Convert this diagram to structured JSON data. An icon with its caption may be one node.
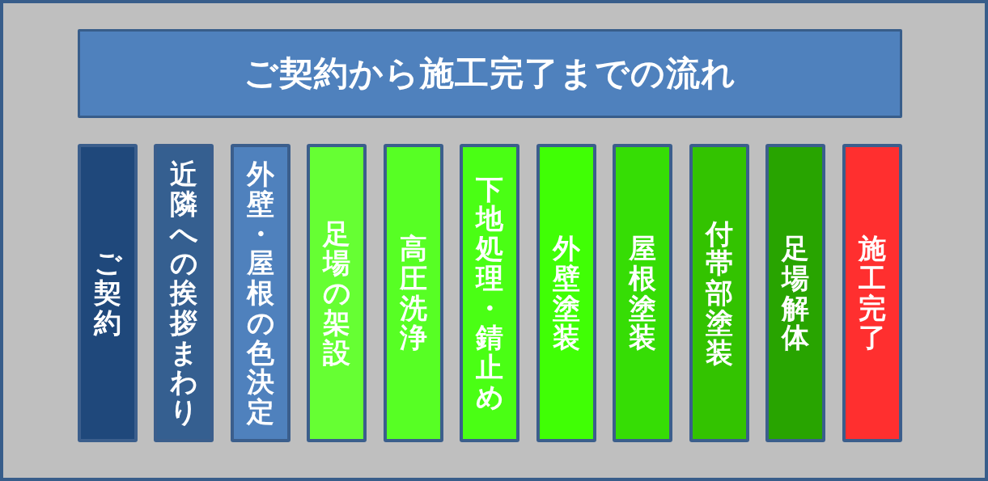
{
  "diagram": {
    "title": "ご契約から施工完了までの流れ",
    "nodes": [
      {
        "text": [
          "ご契約"
        ]
      },
      {
        "text": [
          "近隣への挨拶まわり"
        ]
      },
      {
        "text": [
          "外壁・屋根の色決定"
        ]
      },
      {
        "text": [
          "足場の架設"
        ]
      },
      {
        "text": [
          "高圧洗浄"
        ]
      },
      {
        "text": [
          "下地処理・錆止め"
        ]
      },
      {
        "text": [
          "外壁塗装"
        ]
      },
      {
        "text": [
          "屋根塗装"
        ]
      },
      {
        "text": [
          "付帯部塗装"
        ]
      },
      {
        "text": [
          "足場解体"
        ]
      },
      {
        "text": [
          "施工完了"
        ]
      }
    ],
    "edges": []
  }
}
